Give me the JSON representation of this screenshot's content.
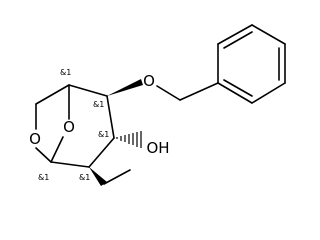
{
  "atoms": {
    "o_bridge": "O",
    "o_ring": "O",
    "o_ether": "O",
    "hydroxyl": "OH"
  },
  "stereo_labels": {
    "c1": "&1",
    "c2": "&1",
    "c3": "&1",
    "c4": "&1",
    "c5": "&1"
  },
  "colors": {
    "ink": "#000000",
    "background": "#ffffff"
  }
}
